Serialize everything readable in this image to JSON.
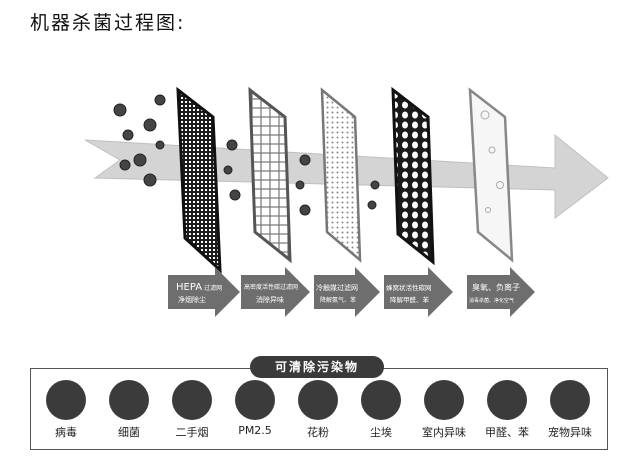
{
  "title": "机器杀菌过程图:",
  "filters": [
    {
      "id": "hepa",
      "label": "HEPA",
      "label_suffix": "过滤网",
      "sub": "净烟除尘"
    },
    {
      "id": "carbon",
      "label": "高密度活性碳过滤网",
      "sub": "消除异味"
    },
    {
      "id": "cold",
      "label": "冷触媒过滤网",
      "sub": "降解氨气、苯"
    },
    {
      "id": "honeycomb",
      "label": "蜂窝状活性碳网",
      "sub": "降解甲醛、苯"
    },
    {
      "id": "ion",
      "label": "臭氧、负离子",
      "sub": "消毒杀菌、净化空气"
    }
  ],
  "panel": {
    "title": "可清除污染物",
    "items": [
      {
        "label": "病毒",
        "icon": "virus-icon"
      },
      {
        "label": "细菌",
        "icon": "bacteria-icon"
      },
      {
        "label": "二手烟",
        "icon": "cigarette-icon"
      },
      {
        "label": "PM2.5",
        "icon": "pm25-icon"
      },
      {
        "label": "花粉",
        "icon": "pollen-icon"
      },
      {
        "label": "尘埃",
        "icon": "dust-icon"
      },
      {
        "label": "室内异味",
        "icon": "odor-icon"
      },
      {
        "label": "甲醛、苯",
        "icon": "formaldehyde-icon"
      },
      {
        "label": "宠物异味",
        "icon": "pet-icon"
      }
    ]
  },
  "colors": {
    "arrow": "#d0d0d0",
    "label_arrow": "#6e6e6e",
    "dark": "#2a2a2a"
  }
}
